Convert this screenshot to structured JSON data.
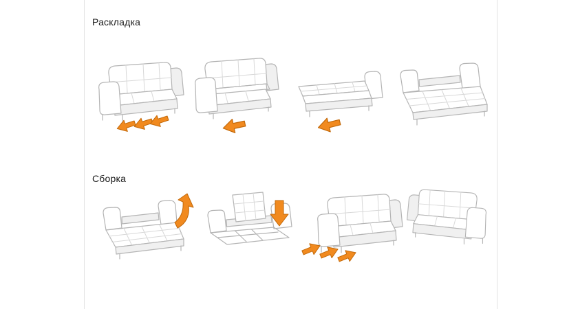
{
  "page": {
    "background": "#ffffff",
    "frame_border": "#e2e2e2"
  },
  "sections": {
    "unfold": {
      "title": "Раскладка",
      "steps": [
        {
          "icon": "sofa-assembled-pull-arrows-icon",
          "arrows": 3,
          "arrow_direction": "down-left"
        },
        {
          "icon": "sofa-seat-slides-forward-icon",
          "arrows": 1,
          "arrow_direction": "down-left"
        },
        {
          "icon": "sofa-backrest-folds-flat-icon",
          "arrows": 1,
          "arrow_direction": "down-left"
        },
        {
          "icon": "bed-fully-unfolded-icon",
          "arrows": 0,
          "arrow_direction": ""
        }
      ]
    },
    "fold": {
      "title": "Сборка",
      "steps": [
        {
          "icon": "bed-lift-section-curved-arrow-icon",
          "arrows": 1,
          "arrow_direction": "curved-up"
        },
        {
          "icon": "frame-mattress-fold-down-arrow-icon",
          "arrows": 1,
          "arrow_direction": "down"
        },
        {
          "icon": "sofa-push-in-arrows-icon",
          "arrows": 3,
          "arrow_direction": "up-right"
        },
        {
          "icon": "sofa-assembled-icon",
          "arrows": 0,
          "arrow_direction": ""
        }
      ]
    }
  },
  "colors": {
    "arrow_fill": "#f18a1f",
    "arrow_stroke": "#c2690a",
    "outline": "#b4b4b4",
    "quilt": "#d8d8d8",
    "shade": "#f0f0f0",
    "frame_border": "#e2e2e2"
  }
}
